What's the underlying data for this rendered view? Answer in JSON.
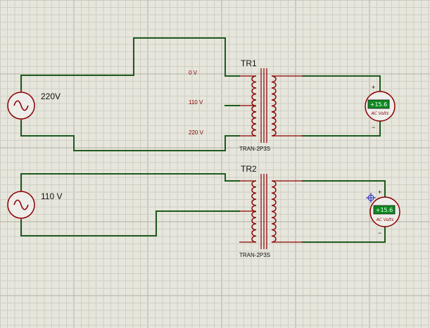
{
  "colors": {
    "grid_minor": "#cfcfc6",
    "grid_major": "#b0b0a6",
    "wire": "#1e5a1e",
    "component": "#8b0000",
    "meter_display": "#0b8a1e"
  },
  "sources": [
    {
      "voltage_label": "220V"
    },
    {
      "voltage_label": "110 V"
    }
  ],
  "transformers": [
    {
      "ref": "TR1",
      "model": "TRAN-2P3S",
      "taps": [
        "0 V",
        "110 V",
        "220 V"
      ]
    },
    {
      "ref": "TR2",
      "model": "TRAN-2P3S"
    }
  ],
  "meters": [
    {
      "display": "+15.6",
      "unit": "AC Volts",
      "plus": "+",
      "minus": "−"
    },
    {
      "display": "+15.6",
      "unit": "AC Volts",
      "plus": "+",
      "minus": "−"
    }
  ],
  "icons": {
    "source": "ac-sine-source-icon",
    "cursor": "crosshair-cursor-icon"
  }
}
